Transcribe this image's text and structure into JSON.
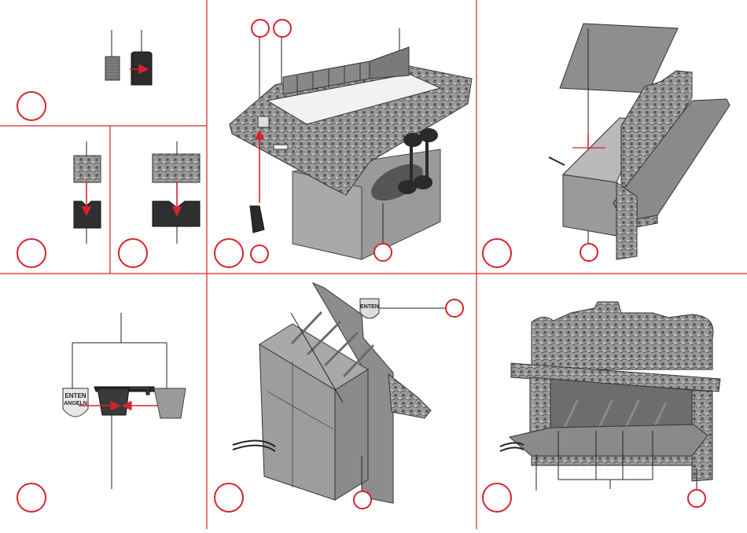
{
  "sheet": {
    "accent_color": "#d6232a",
    "part_gray": "#8c8c8c",
    "dark_gray": "#3a3a3a",
    "sign_label_top": "ENTEN",
    "sign_label_bottom": "ANGELN",
    "sign_label_small": "ENTEN"
  }
}
